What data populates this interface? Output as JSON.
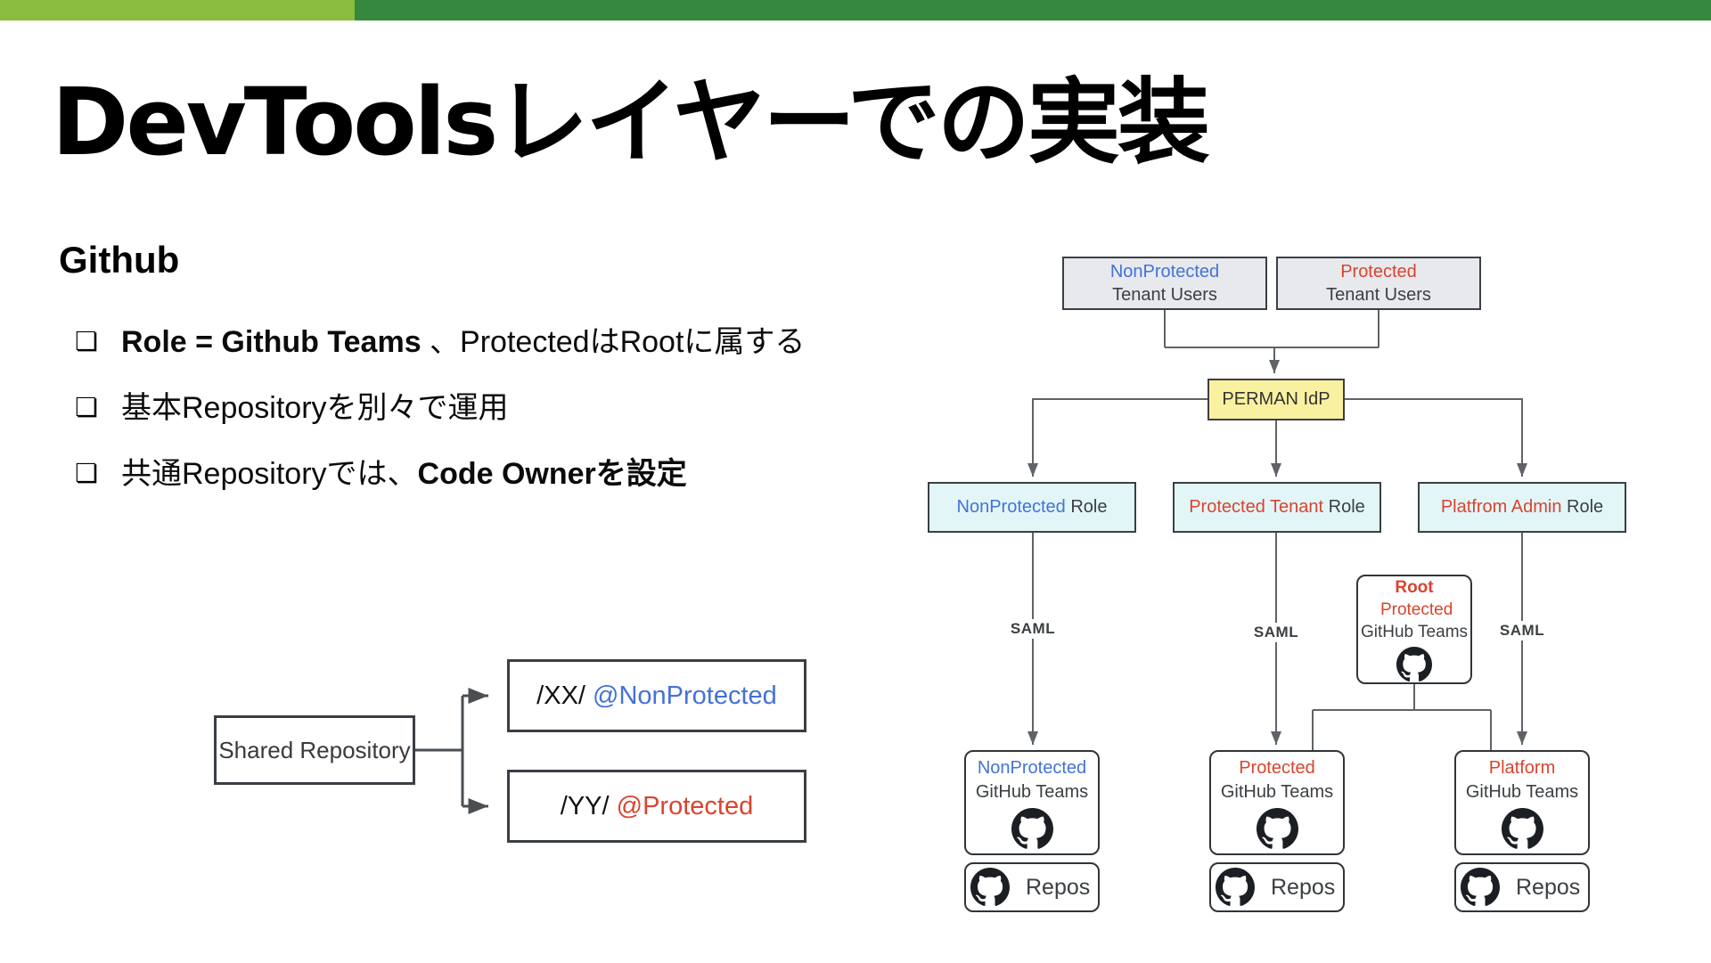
{
  "title": "DevToolsレイヤーでの実装",
  "colors": {
    "bar_light_green": "#8ABD3F",
    "bar_dark_green": "#35883D",
    "accent_blue": "#4472D6",
    "accent_red": "#D9442F",
    "tenant_box_bg": "#E7E9ED",
    "idp_box_bg": "#F9F1A0",
    "role_box_bg": "#E2F6F8"
  },
  "section": {
    "heading": "Github",
    "bullet_glyph": "❏",
    "bullets": [
      {
        "lead_bold": "Role = Github Teams",
        "text": " 、ProtectedはRootに属する"
      },
      {
        "text": "基本Repositoryを別々で運用"
      },
      {
        "text": "共通Repositoryでは、",
        "tail_bold": "Code Ownerを設定"
      }
    ]
  },
  "shared_diagram": {
    "source_label": "Shared Repository",
    "targets": [
      {
        "path": "/XX/ ",
        "mention": "@NonProtected"
      },
      {
        "path": "/YY/ ",
        "mention": "@Protected"
      }
    ]
  },
  "org_diagram": {
    "tenants": [
      {
        "name": "NonProtected",
        "sub": "Tenant Users"
      },
      {
        "name": "Protected",
        "sub": "Tenant Users"
      }
    ],
    "idp_label": "PERMAN IdP",
    "roles": [
      {
        "name": "NonProtected",
        "suffix": " Role"
      },
      {
        "name": "Protected Tenant",
        "suffix": " Role"
      },
      {
        "name": "Platfrom Admin",
        "suffix": " Role"
      }
    ],
    "saml_label": "SAML",
    "root_team": {
      "name_bold": "Root",
      "name_rest": " Protected",
      "sub": "GitHub Teams"
    },
    "teams": [
      {
        "name": "NonProtected",
        "sub": "GitHub Teams"
      },
      {
        "name": "Protected",
        "sub": "GitHub Teams"
      },
      {
        "name": "Platform",
        "sub": "GitHub Teams"
      }
    ],
    "repos_label": "Repos"
  }
}
